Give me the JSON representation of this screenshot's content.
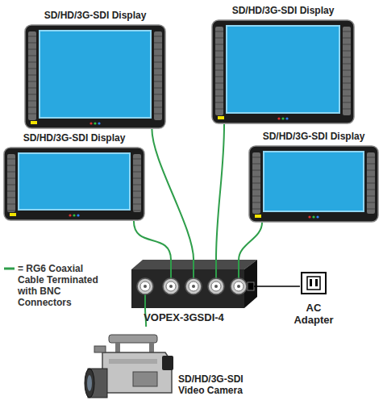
{
  "diagram": {
    "nodes": [
      {
        "text": [
          "SD/HD/3G-SDI Display"
        ]
      },
      {
        "text": [
          "SD/HD/3G-SDI Display"
        ]
      },
      {
        "text": [
          "SD/HD/3G-SDI Display"
        ]
      },
      {
        "text": [
          "SD/HD/3G-SDI Display"
        ]
      },
      {
        "text": [
          "VOPEX-3GSDI-4"
        ]
      },
      {
        "text": [
          "AC Adapter"
        ]
      },
      {
        "text": [
          "SD/HD/3G-SDI Video Camera"
        ]
      }
    ],
    "edges": [
      {
        "from": 4,
        "to": 2,
        "arrow": "none"
      },
      {
        "from": 4,
        "to": 0,
        "arrow": "none"
      },
      {
        "from": 4,
        "to": 1,
        "arrow": "none"
      },
      {
        "from": 4,
        "to": 3,
        "arrow": "none"
      },
      {
        "from": 4,
        "to": 5,
        "arrow": "none"
      },
      {
        "from": 6,
        "to": 4,
        "arrow": "none"
      }
    ],
    "legend": [
      {
        "text": "= RG6 Coaxial Cable Terminated with BNC Connectors"
      }
    ]
  }
}
